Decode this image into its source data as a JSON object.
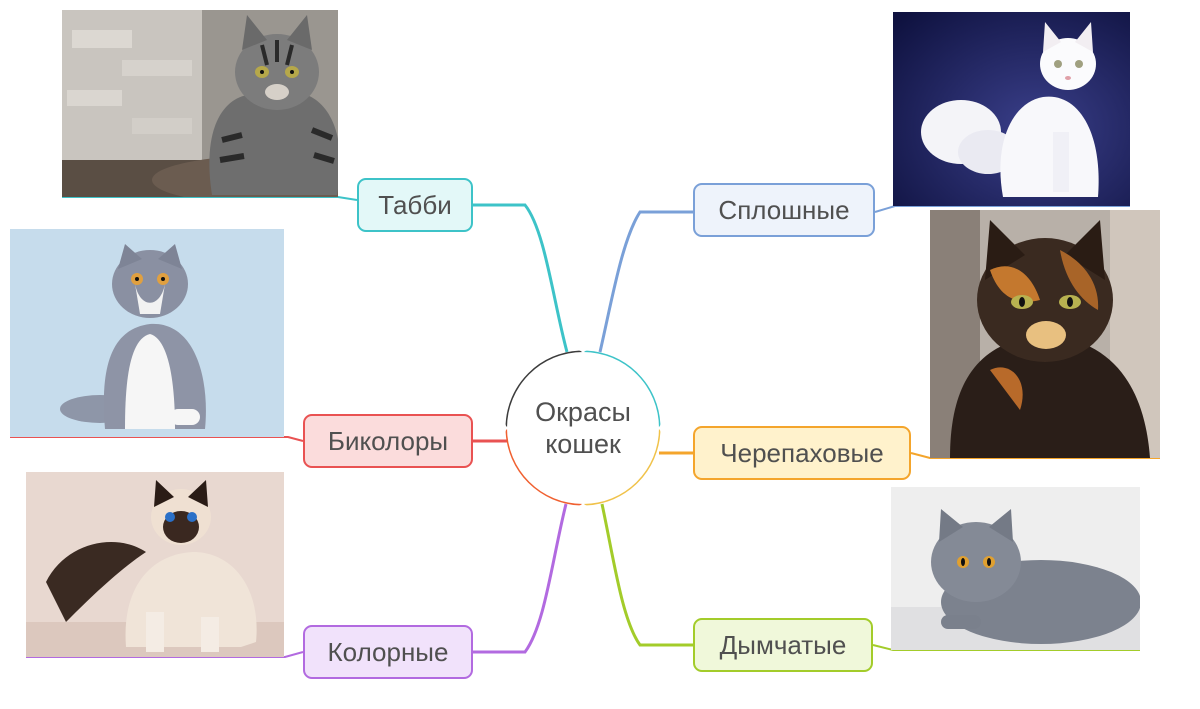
{
  "center": {
    "line1": "Окрасы",
    "line2": "кошек",
    "ring_colors": [
      "#3dc3c8",
      "#f0c24a",
      "#f06030",
      "#3c3c3c"
    ]
  },
  "nodes": [
    {
      "key": "tabby",
      "label": "Табби",
      "border": "#3dc3c8",
      "fill": "#e3f8f8",
      "photo": "tabby-cat-photo"
    },
    {
      "key": "bicolor",
      "label": "Биколоры",
      "border": "#e95252",
      "fill": "#fbdcdc",
      "photo": "bicolor-cat-photo"
    },
    {
      "key": "colorpoint",
      "label": "Колорные",
      "border": "#b26ae0",
      "fill": "#f1e2fb",
      "photo": "colorpoint-cat-photo"
    },
    {
      "key": "solid",
      "label": "Сплошные",
      "border": "#7aa0d8",
      "fill": "#eef3fb",
      "photo": "white-cat-photo"
    },
    {
      "key": "tortoise",
      "label": "Черепаховые",
      "border": "#f4a52c",
      "fill": "#fff2cc",
      "photo": "tortoiseshell-cat-photo"
    },
    {
      "key": "smoke",
      "label": "Дымчатые",
      "border": "#a3cc2a",
      "fill": "#f0f8da",
      "photo": "smoke-cat-photo"
    }
  ]
}
